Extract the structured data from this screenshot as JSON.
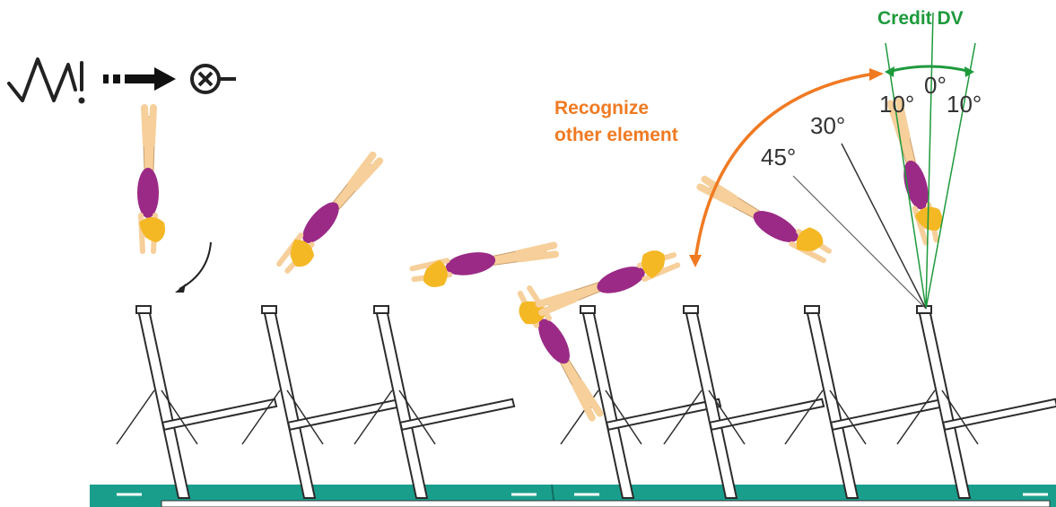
{
  "labels": {
    "credit_dv": "Credit DV",
    "recognize_line1": "Recognize",
    "recognize_line2": "other element",
    "angle_0": "0°",
    "angle_10_left": "10°",
    "angle_10_right": "10°",
    "angle_30": "30°",
    "angle_45": "45°"
  },
  "colors": {
    "credit": "#1e9a3c",
    "recognize": "#f07a22",
    "leotard": "#9b2a86",
    "skin": "#f6cf9a",
    "hair": "#f4b825",
    "mat": "#1a9e8c",
    "lines": "#333333"
  },
  "icons": {
    "symbol": "element-symbol-icon",
    "arrow": "dashed-arrow-icon",
    "circle_x": "circle-x-icon"
  }
}
